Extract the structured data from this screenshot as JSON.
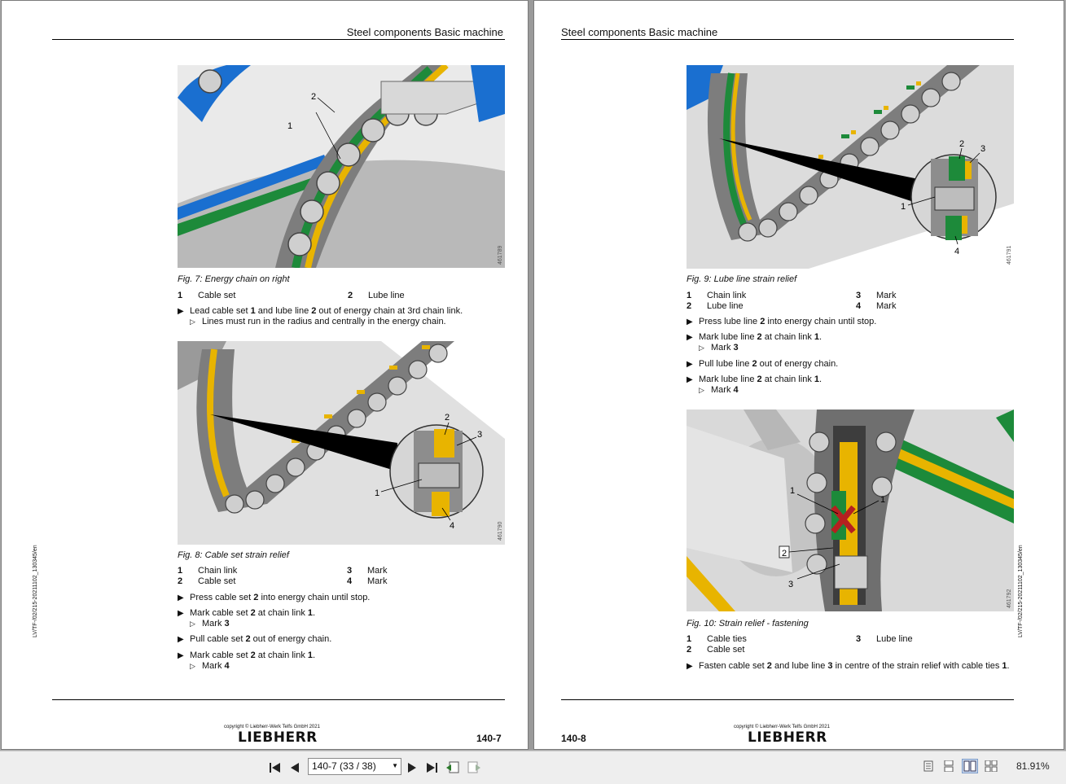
{
  "viewer": {
    "page_indicator": "140-7 (33 / 38)",
    "zoom": "81.91%"
  },
  "left_page": {
    "header": "Steel components Basic machine",
    "fig7": {
      "caption": "Fig. 7: Energy chain on right",
      "image_number": "461789",
      "callouts": [
        "1",
        "2"
      ],
      "legend": [
        {
          "num": "1",
          "label": "Cable set"
        },
        {
          "num": "2",
          "label": "Lube line"
        }
      ],
      "steps": [
        {
          "pre": "Lead cable set ",
          "b1": "1",
          "mid": " and lube line ",
          "b2": "2",
          "post": " out of energy chain at 3rd chain link."
        }
      ],
      "result": "Lines must run in the radius and centrally in the energy chain."
    },
    "fig8": {
      "caption": "Fig. 8: Cable set strain relief",
      "image_number": "461790",
      "callouts": [
        "1",
        "2",
        "3",
        "4"
      ],
      "legend": [
        {
          "num": "1",
          "label": "Chain link"
        },
        {
          "num": "3",
          "label": "Mark"
        },
        {
          "num": "2",
          "label": "Cable set"
        },
        {
          "num": "4",
          "label": "Mark"
        }
      ],
      "steps": [
        {
          "pre": "Press cable set ",
          "b": "2",
          "post": " into energy chain until stop."
        },
        {
          "pre": "Mark cable set ",
          "b": "2",
          "post": " at chain link ",
          "b2": "1",
          "post2": "."
        },
        {
          "pre": "Pull cable set ",
          "b": "2",
          "post": " out of energy chain."
        },
        {
          "pre": "Mark cable set ",
          "b": "2",
          "post": " at chain link ",
          "b2": "1",
          "post2": "."
        }
      ],
      "results": [
        {
          "pre": "Mark ",
          "b": "3"
        },
        {
          "pre": "Mark ",
          "b": "4"
        }
      ]
    },
    "copyright": "copyright © Liebherr-Werk Telfs GmbH 2021",
    "logo": "LIEBHERR",
    "page_number": "140-7",
    "side_code": "LV/TF-/02/215-20211102_130345/en"
  },
  "right_page": {
    "header": "Steel components Basic machine",
    "fig9": {
      "caption": "Fig. 9: Lube line strain relief",
      "image_number": "461791",
      "callouts": [
        "1",
        "2",
        "3",
        "4"
      ],
      "legend": [
        {
          "num": "1",
          "label": "Chain link"
        },
        {
          "num": "3",
          "label": "Mark"
        },
        {
          "num": "2",
          "label": "Lube line"
        },
        {
          "num": "4",
          "label": "Mark"
        }
      ],
      "steps": [
        {
          "pre": "Press lube line ",
          "b": "2",
          "post": " into energy chain until stop."
        },
        {
          "pre": "Mark lube line ",
          "b": "2",
          "post": " at chain link ",
          "b2": "1",
          "post2": "."
        },
        {
          "pre": "Pull lube line ",
          "b": "2",
          "post": " out of energy chain."
        },
        {
          "pre": "Mark lube line ",
          "b": "2",
          "post": " at chain link ",
          "b2": "1",
          "post2": "."
        }
      ],
      "results": [
        {
          "pre": "Mark ",
          "b": "3"
        },
        {
          "pre": "Mark ",
          "b": "4"
        }
      ]
    },
    "fig10": {
      "caption": "Fig. 10: Strain relief - fastening",
      "image_number": "461792",
      "callouts": [
        "1",
        "1",
        "2",
        "3"
      ],
      "legend": [
        {
          "num": "1",
          "label": "Cable ties"
        },
        {
          "num": "3",
          "label": "Lube line"
        },
        {
          "num": "2",
          "label": "Cable set"
        }
      ],
      "steps": [
        {
          "pre": "Fasten cable set ",
          "b": "2",
          "mid": " and lube line ",
          "b2": "3",
          "post": " in centre of the strain relief with cable ties ",
          "b3": "1",
          "post2": "."
        }
      ]
    },
    "copyright": "copyright © Liebherr-Werk Telfs GmbH 2021",
    "logo": "LIEBHERR",
    "page_number": "140-8",
    "side_code": "LV/TF-/02/215-20211102_130345/en"
  },
  "icons": [
    "first-page-icon",
    "prev-page-icon",
    "next-page-icon",
    "last-page-icon",
    "view-previous-icon",
    "view-next-icon",
    "single-page-icon",
    "continuous-icon",
    "two-page-icon",
    "two-page-continuous-icon"
  ],
  "colors": {
    "cable_green": "#1d8a3a",
    "cable_yellow": "#e8b400",
    "cable_blue": "#1a6fd0",
    "steel_grey": "#8e8e8e",
    "active_view": "#c9d8ee"
  }
}
